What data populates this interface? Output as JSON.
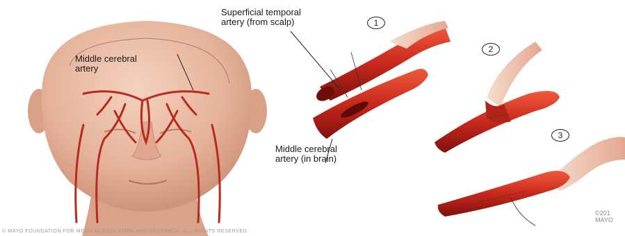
{
  "labels": {
    "middle_cerebral": "Middle cerebral\nartery",
    "superficial_temporal": "Superficial temporal\nartery (from scalp)",
    "middle_cerebral_brain": "Middle cerebral\nartery (in brain)"
  },
  "steps": [
    "1",
    "2",
    "3"
  ],
  "copyright": "© MAYO FOUNDATION FOR MEDICAL EDUCATION AND RESEARCH. ALL RIGHTS RESERVED.",
  "corner_mark": "©201\nMAYO",
  "colors": {
    "skin": "#e8b9a0",
    "skin_shadow": "#c98d72",
    "artery": "#c8281c",
    "artery_dark": "#8e1410",
    "artery_light": "#f05a3c",
    "vessel_pale": "#f1c9b6"
  }
}
